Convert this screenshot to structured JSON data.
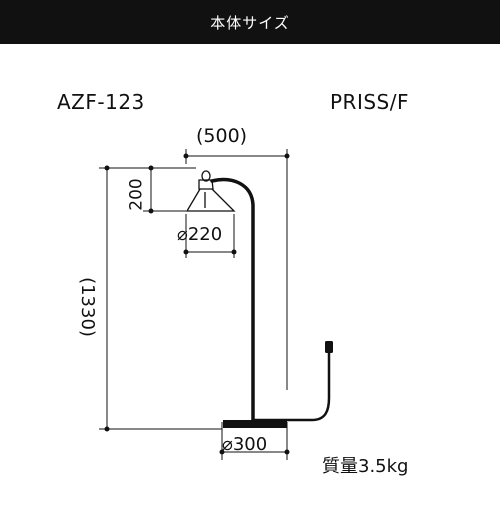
{
  "header": {
    "title": "本体サイズ"
  },
  "model": {
    "code": "AZF-123",
    "name": "PRISS/F"
  },
  "dimensions": {
    "width": "(500)",
    "shade_height": "200",
    "shade_diameter": "⌀220",
    "total_height": "(1330)",
    "base_diameter": "⌀300"
  },
  "weight": "質量3.5kg",
  "colors": {
    "header_bg": "#111111",
    "header_text": "#ffffff",
    "line": "#111111"
  }
}
